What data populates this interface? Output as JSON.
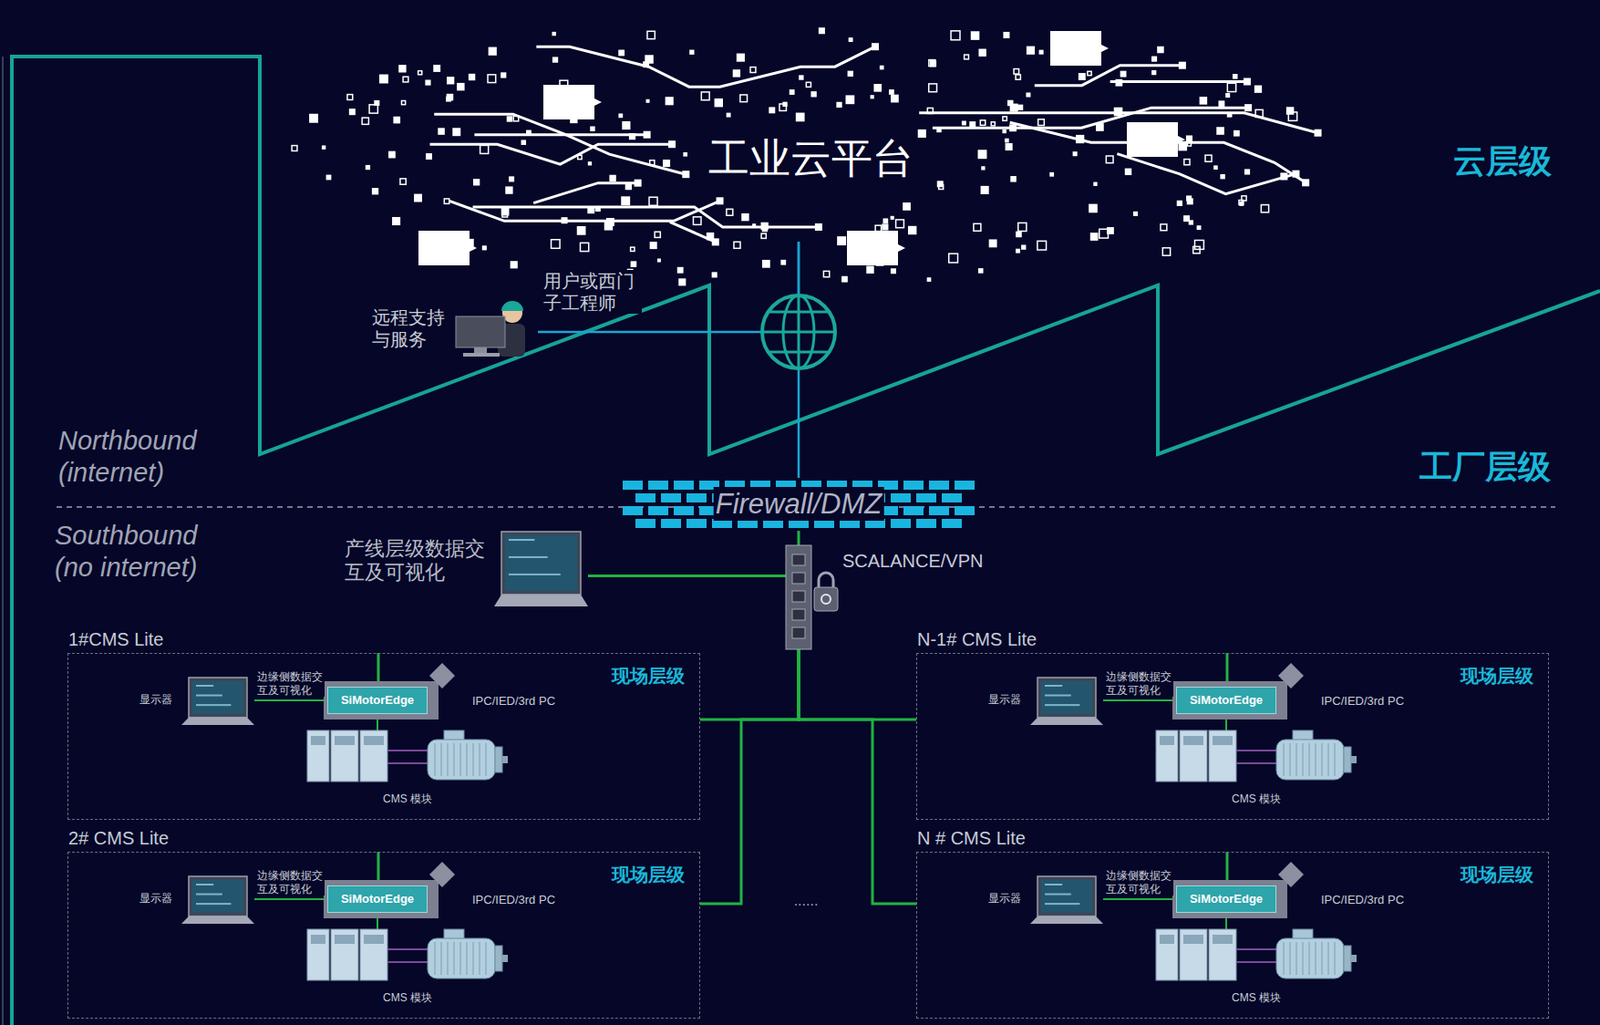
{
  "diagram": {
    "nodes": [
      {
        "text": [
          "工业云平台"
        ]
      },
      {
        "text": [
          "用户或西门子工程师",
          "远程支持与服务"
        ]
      },
      {
        "text": [
          "Firewall/DMZ"
        ]
      },
      {
        "text": [
          "产线层级数据交互及可视化"
        ]
      },
      {
        "text": [
          "SCALANCE/VPN"
        ]
      },
      {
        "text": [
          "1#CMS Lite",
          "现场层级"
        ]
      },
      {
        "text": [
          "显示器"
        ],
        "in": 5
      },
      {
        "text": [
          "SiMotorEdge",
          "IPC/IED/3rd PC"
        ],
        "in": 5
      },
      {
        "text": [
          "CMS 模块"
        ],
        "in": 5
      },
      {
        "text": [
          "N-1# CMS Lite",
          "现场层级"
        ]
      },
      {
        "text": [
          "显示器"
        ],
        "in": 9
      },
      {
        "text": [
          "SiMotorEdge",
          "IPC/IED/3rd PC"
        ],
        "in": 9
      },
      {
        "text": [
          "CMS 模块"
        ],
        "in": 9
      },
      {
        "text": [
          "2# CMS Lite",
          "现场层级"
        ]
      },
      {
        "text": [
          "显示器"
        ],
        "in": 13
      },
      {
        "text": [
          "SiMotorEdge",
          "IPC/IED/3rd PC"
        ],
        "in": 13
      },
      {
        "text": [
          "CMS 模块"
        ],
        "in": 13
      },
      {
        "text": [
          "N # CMS Lite",
          "现场层级"
        ]
      },
      {
        "text": [
          "显示器"
        ],
        "in": 17
      },
      {
        "text": [
          "SiMotorEdge",
          "IPC/IED/3rd PC"
        ],
        "in": 17
      },
      {
        "text": [
          "CMS 模块"
        ],
        "in": 17
      }
    ],
    "edges": [
      {
        "from": 1,
        "to": 0,
        "arrow": "none"
      },
      {
        "from": 0,
        "to": 2,
        "arrow": "none"
      },
      {
        "from": 2,
        "to": 4,
        "arrow": "none"
      },
      {
        "from": 3,
        "to": 4,
        "arrow": "none"
      },
      {
        "from": 4,
        "to": 5,
        "arrow": "none"
      },
      {
        "from": 4,
        "to": 9,
        "arrow": "none"
      },
      {
        "from": 4,
        "to": 13,
        "arrow": "none"
      },
      {
        "from": 4,
        "to": 17,
        "arrow": "none"
      },
      {
        "from": 6,
        "to": 7,
        "label": "边缘侧数据交互及可视化",
        "arrow": "none"
      },
      {
        "from": 7,
        "to": 8,
        "arrow": "none"
      },
      {
        "from": 10,
        "to": 11,
        "label": "边缘侧数据交互及可视化",
        "arrow": "none"
      },
      {
        "from": 11,
        "to": 12,
        "arrow": "none"
      },
      {
        "from": 14,
        "to": 15,
        "label": "边缘侧数据交互及可视化",
        "arrow": "none"
      },
      {
        "from": 15,
        "to": 16,
        "arrow": "none"
      },
      {
        "from": 18,
        "to": 19,
        "label": "边缘侧数据交互及可视化",
        "arrow": "none"
      },
      {
        "from": 19,
        "to": 20,
        "arrow": "none"
      }
    ],
    "labels": [
      "云层级",
      "工厂层级",
      "Northbound (internet)",
      "Southbound (no internet)",
      "......"
    ]
  }
}
